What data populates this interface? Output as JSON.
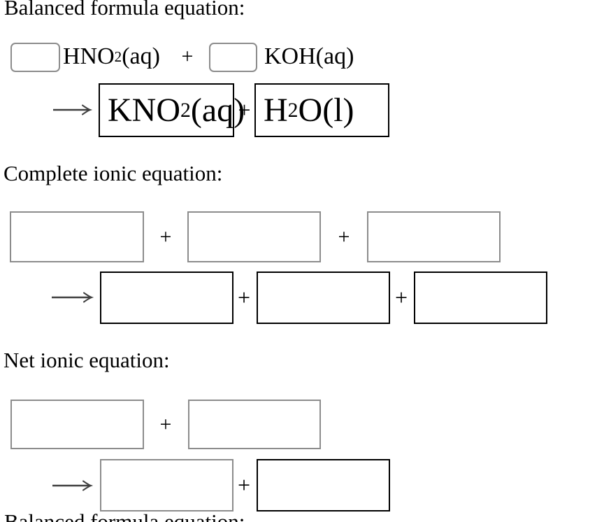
{
  "colors": {
    "background": "#ffffff",
    "gray_border": "#8c8c8c",
    "black_border": "#000000",
    "arrow": "#3f3f3f",
    "text": "#000000"
  },
  "icons": {
    "reaction_arrow": "long-right-arrow"
  },
  "balanced": {
    "heading": "Balanced formula equation:",
    "plus": "+",
    "coef1_value": "",
    "coef2_value": "",
    "reactant1": {
      "prefix": "HNO",
      "sub": "2",
      "suffix": "(aq)"
    },
    "reactant2": {
      "prefix": "KOH",
      "sub": "",
      "suffix": "(aq)"
    },
    "product1": {
      "prefix": "KNO",
      "sub": "2",
      "suffix": "(aq)"
    },
    "product2": {
      "prefix": "H",
      "sub": "2",
      "suffix": "O(l)"
    }
  },
  "complete_ionic": {
    "heading": "Complete ionic equation:",
    "plus": "+",
    "reactant_boxes": [
      "",
      "",
      ""
    ],
    "product_boxes": [
      "",
      "",
      ""
    ]
  },
  "net_ionic": {
    "heading": "Net ionic equation:",
    "plus": "+",
    "reactant_boxes": [
      "",
      ""
    ],
    "product_boxes": [
      "",
      ""
    ]
  },
  "next_section": {
    "heading": "Balanced formula equation:"
  }
}
